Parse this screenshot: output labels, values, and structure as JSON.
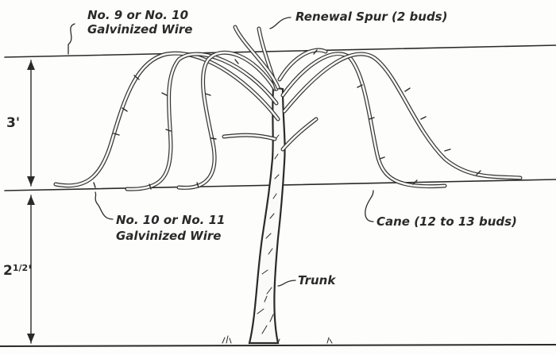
{
  "labels": {
    "top_wire_line1": "No. 9 or No. 10",
    "top_wire_line2": "Galvinized Wire",
    "renewal_spur": "Renewal Spur (2 buds)",
    "bottom_wire_line1": "No. 10 or No. 11",
    "bottom_wire_line2": "Galvinized Wire",
    "cane": "Cane (12 to 13 buds)",
    "trunk": "Trunk"
  },
  "dimensions": {
    "upper_span": "3'",
    "lower_span_whole": "2",
    "lower_span_fraction": "1/2",
    "lower_span_unit": "'"
  }
}
